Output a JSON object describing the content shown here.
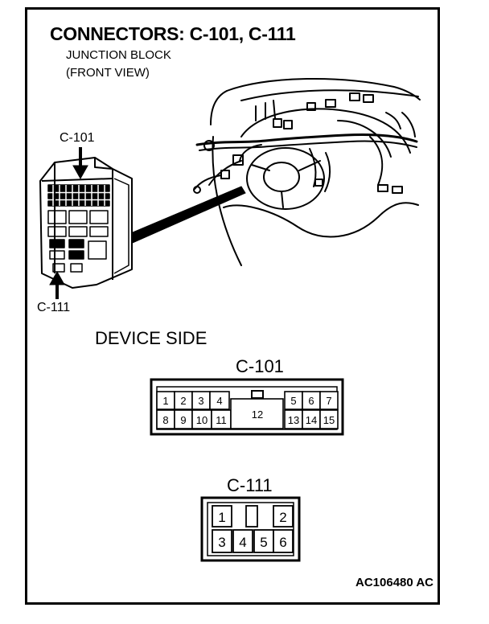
{
  "title": "CONNECTORS: C-101, C-111",
  "subtitle_line1": "JUNCTION BLOCK",
  "subtitle_line2": "(FRONT VIEW)",
  "callouts": {
    "top": "C-101",
    "bottom": "C-111"
  },
  "device_side": "DEVICE SIDE",
  "c101": {
    "label": "C-101",
    "pins": [
      "1",
      "2",
      "3",
      "4",
      "5",
      "6",
      "7",
      "8",
      "9",
      "10",
      "11",
      "12",
      "13",
      "14",
      "15"
    ]
  },
  "c111": {
    "label": "C-111",
    "pins": [
      "1",
      "2",
      "3",
      "4",
      "5",
      "6"
    ]
  },
  "figure_id": "AC106480 AC"
}
